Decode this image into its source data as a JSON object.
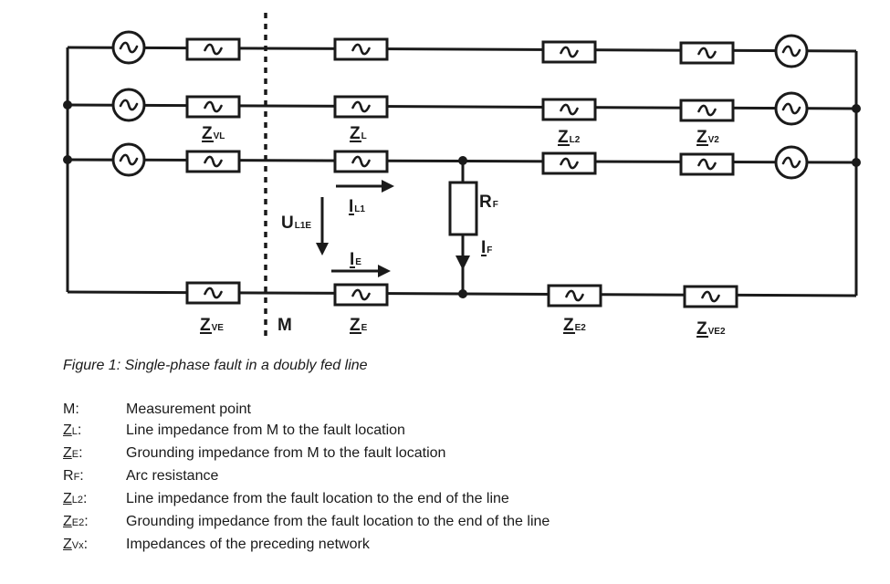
{
  "figure": {
    "caption": "Figure 1: Single-phase fault in a doubly fed line",
    "labels": {
      "zvl": {
        "main": "Z",
        "sub": "VL",
        "underline": true
      },
      "zl": {
        "main": "Z",
        "sub": "L",
        "underline": true
      },
      "zl2": {
        "main": "Z",
        "sub": "L2",
        "underline": true
      },
      "zv2": {
        "main": "Z",
        "sub": "V2",
        "underline": true
      },
      "zve": {
        "main": "Z",
        "sub": "VE",
        "underline": true
      },
      "ze": {
        "main": "Z",
        "sub": "E",
        "underline": true
      },
      "ze2": {
        "main": "Z",
        "sub": "E2",
        "underline": true
      },
      "zve2": {
        "main": "Z",
        "sub": "VE2",
        "underline": true
      },
      "m": {
        "main": "M"
      },
      "ul1e": {
        "main": "U",
        "sub": "L1E"
      },
      "il1": {
        "main": "I",
        "sub": "L1",
        "underline": true
      },
      "ie": {
        "main": "I",
        "sub": "E",
        "underline": true
      },
      "rf": {
        "main": "R",
        "sub": "F"
      },
      "if": {
        "main": "I",
        "sub": "F",
        "underline": true
      }
    },
    "components": {
      "left_sources": [
        "source-L1-left",
        "source-L2-left",
        "source-L3-left"
      ],
      "right_sources": [
        "source-L1-right",
        "source-L2-right",
        "source-L3-right"
      ],
      "impedance_symbol": "~",
      "source_symbol": "~"
    }
  },
  "legend": [
    {
      "symbol": "M",
      "sub": "",
      "underline": false,
      "colon": ":",
      "text": "Measurement point"
    },
    {
      "symbol": "Z",
      "sub": "L",
      "underline": true,
      "colon": ":",
      "text": "Line impedance from M to the fault location"
    },
    {
      "symbol": "Z",
      "sub": "E",
      "underline": true,
      "colon": ":",
      "text": "Grounding impedance from M to the fault location"
    },
    {
      "symbol": "R",
      "sub": "F",
      "underline": false,
      "colon": ":",
      "text": "Arc resistance"
    },
    {
      "symbol": "Z",
      "sub": "L2",
      "underline": true,
      "colon": ":",
      "text": "Line impedance from the fault location to the end of the line"
    },
    {
      "symbol": "Z",
      "sub": "E2",
      "underline": true,
      "colon": ":",
      "text": "Grounding impedance from the fault location to the end of the line"
    },
    {
      "symbol": "Z",
      "sub": "Vx",
      "underline": true,
      "colon": ":",
      "text": "Impedances of the preceding network"
    }
  ]
}
